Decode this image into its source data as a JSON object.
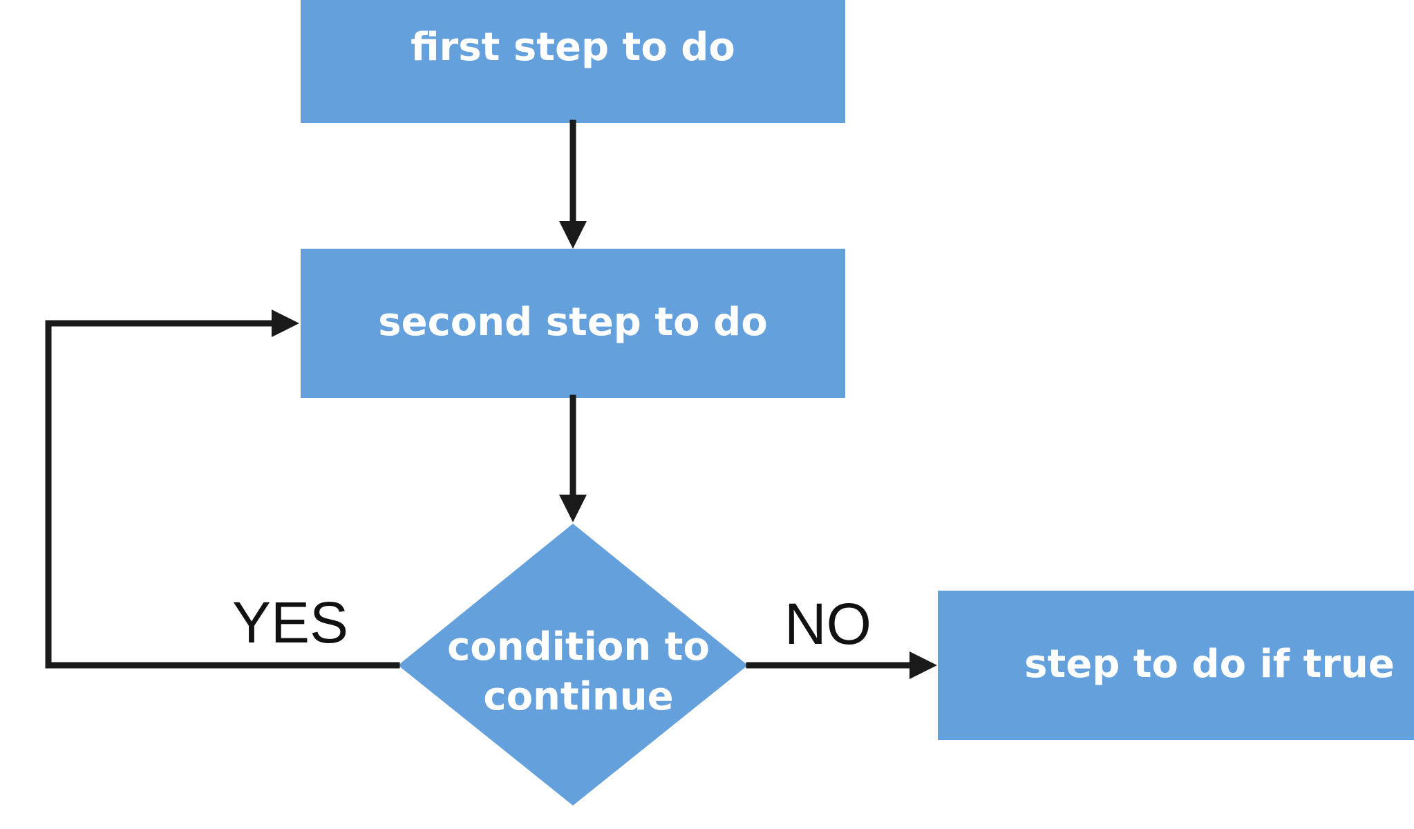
{
  "diagram": {
    "nodes": {
      "first_step": {
        "label": "first step to do"
      },
      "second_step": {
        "label": "second step to do"
      },
      "condition": {
        "label_line1": "condition to",
        "label_line2": "continue"
      },
      "true_step": {
        "label": "step to do if true"
      }
    },
    "edges": {
      "yes": {
        "label": "YES"
      },
      "no": {
        "label": "NO"
      }
    },
    "colors": {
      "node_fill": "#64a0dc",
      "connector": "#1a1a1a",
      "node_text": "#ffffff",
      "edge_text": "#111111"
    }
  }
}
